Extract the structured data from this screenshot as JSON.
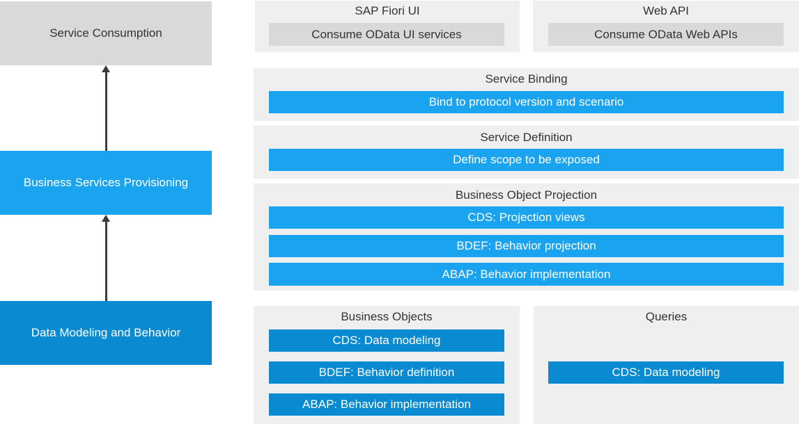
{
  "layers": {
    "consumption": {
      "label": "Service Consumption",
      "color": "#d9d9d9"
    },
    "provisioning": {
      "label": "Business Services Provisioning",
      "color": "#1aa3ef"
    },
    "modeling": {
      "label": "Data Modeling and Behavior",
      "color": "#0a8ad0"
    }
  },
  "consumption_panels": {
    "fiori": {
      "title": "SAP Fiori UI",
      "bar": "Consume OData UI services"
    },
    "webapi": {
      "title": "Web API",
      "bar": "Consume OData Web APIs"
    }
  },
  "provisioning_panels": {
    "binding": {
      "title": "Service Binding",
      "bar": "Bind to protocol version and scenario"
    },
    "definition": {
      "title": "Service Definition",
      "bar": "Define scope to be exposed"
    },
    "projection": {
      "title": "Business Object Projection",
      "bars": [
        "CDS: Projection views",
        "BDEF: Behavior projection",
        "ABAP: Behavior implementation"
      ]
    }
  },
  "modeling_panels": {
    "business_objects": {
      "title": "Business Objects",
      "bars": [
        "CDS: Data modeling",
        "BDEF: Behavior definition",
        "ABAP: Behavior implementation"
      ]
    },
    "queries": {
      "title": "Queries",
      "bar": "CDS: Data modeling"
    }
  }
}
